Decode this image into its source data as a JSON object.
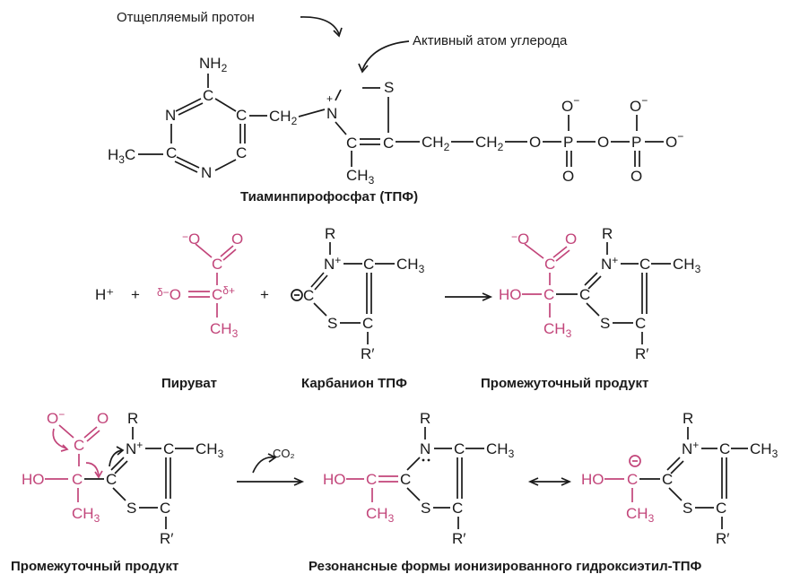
{
  "colors": {
    "ink": "#1a1a1a",
    "accent": "#c2457a"
  },
  "annotations": {
    "proton_note": "Отщепляемый протон",
    "carbon_note": "Активный атом углерода"
  },
  "captions": {
    "tpp": "Тиаминпирофосфат (ТПФ)",
    "pyruvate": "Пируват",
    "carbanion": "Карбанион ТПФ",
    "intermediate_1": "Промежуточный продукт",
    "intermediate_2": "Промежуточный продукт",
    "resonance": "Резонансные формы ионизированного гидроксиэтил-ТПФ"
  },
  "reaction": {
    "proton": "H⁺",
    "plus": "+",
    "co2": "CO₂"
  }
}
